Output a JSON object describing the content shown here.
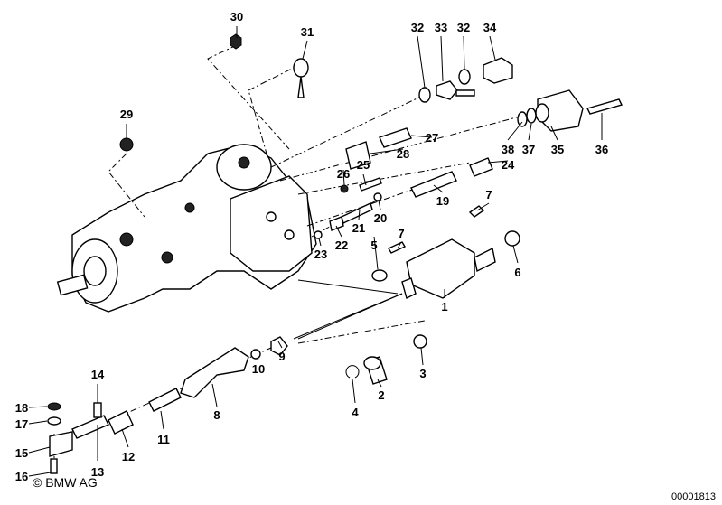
{
  "diagram": {
    "labels": {
      "p1": "1",
      "p2": "2",
      "p3": "3",
      "p4": "4",
      "p5": "5",
      "p6": "6",
      "p7a": "7",
      "p7b": "7",
      "p8": "8",
      "p9": "9",
      "p10": "10",
      "p11": "11",
      "p12": "12",
      "p13": "13",
      "p14": "14",
      "p15": "15",
      "p16": "16",
      "p17": "17",
      "p18": "18",
      "p19": "19",
      "p20": "20",
      "p21": "21",
      "p22": "22",
      "p23": "23",
      "p24": "24",
      "p25": "25",
      "p26": "26",
      "p27": "27",
      "p28": "28",
      "p29": "29",
      "p30": "30",
      "p31": "31",
      "p32a": "32",
      "p33": "33",
      "p32b": "32",
      "p34": "34",
      "p35": "35",
      "p36": "36",
      "p37": "37",
      "p38": "38"
    },
    "copyright": "© BMW AG",
    "reference_number": "00001813"
  }
}
